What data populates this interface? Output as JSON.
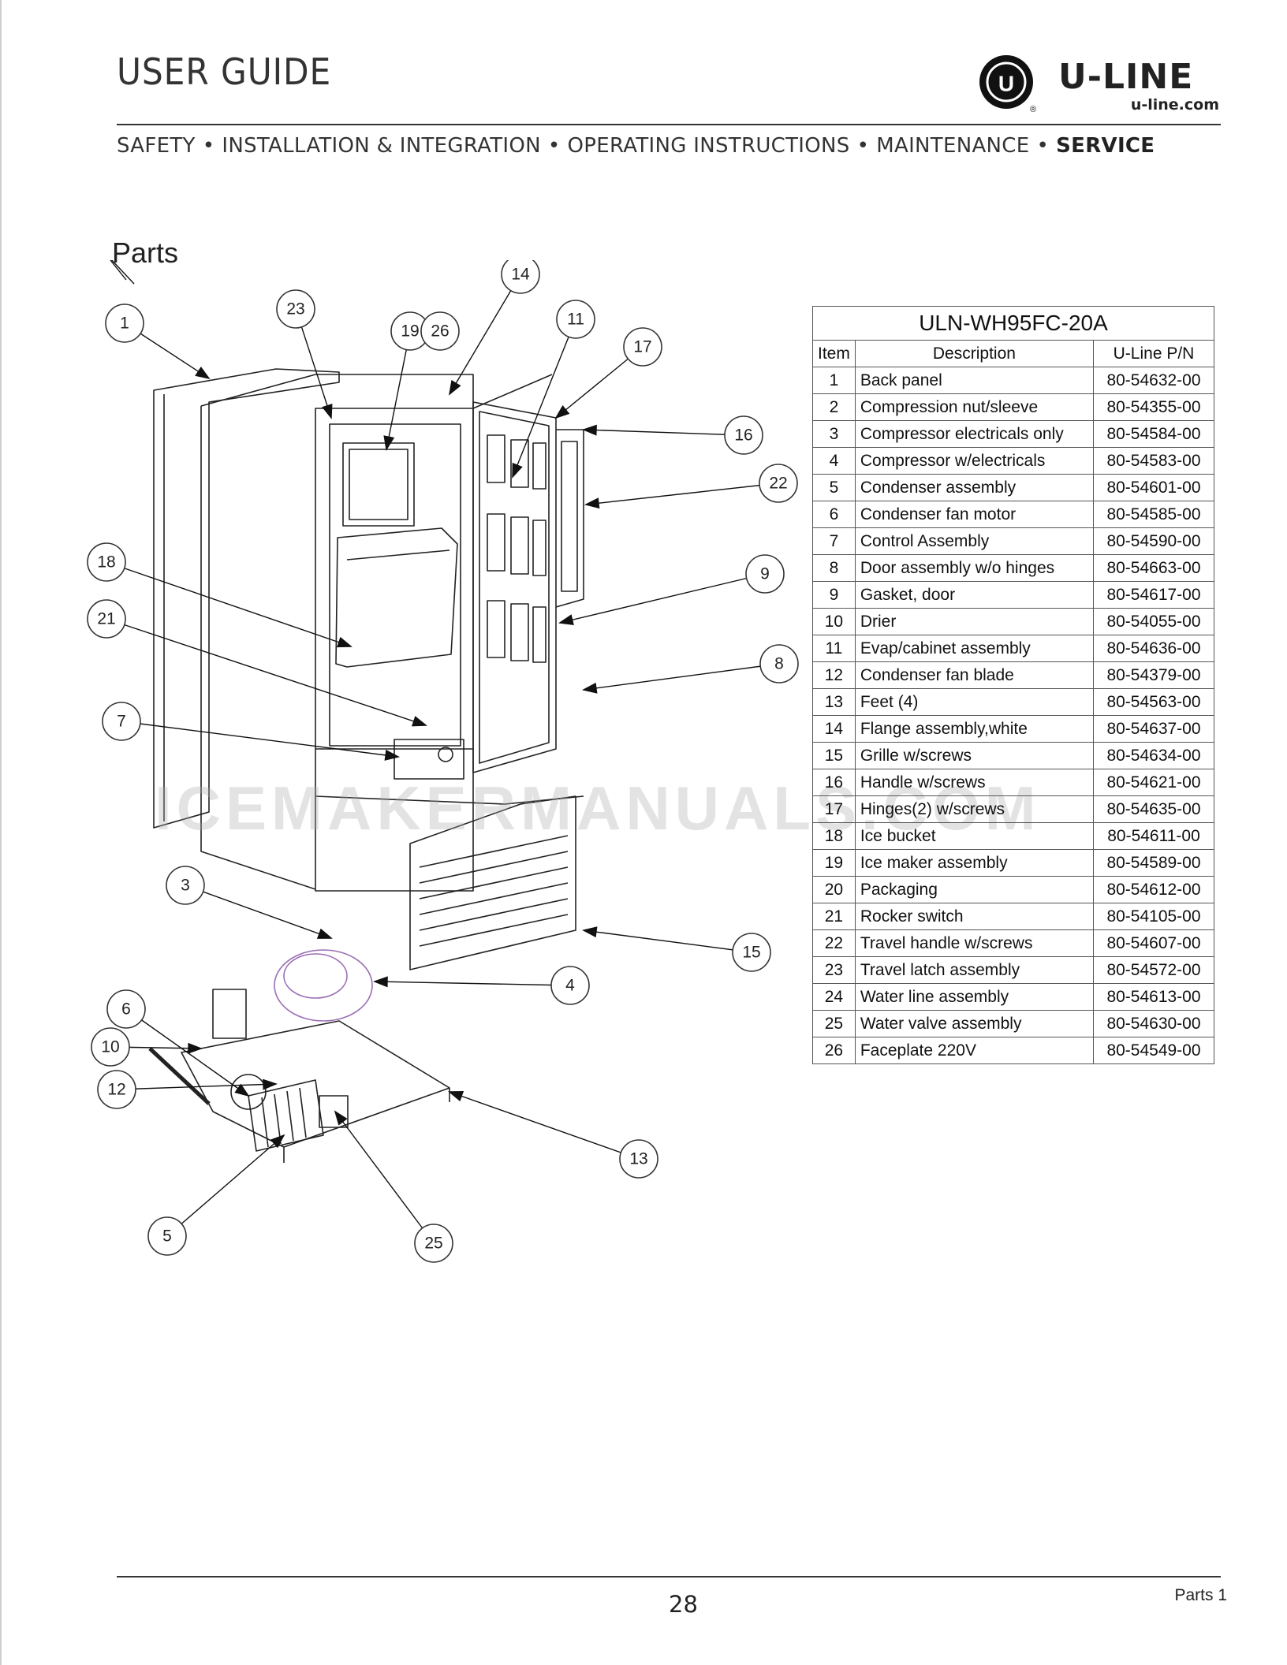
{
  "header": {
    "title": "USER GUIDE",
    "brand": "U-LINE",
    "logo_letter": "U",
    "registered": "®",
    "url": "u-line.com",
    "nav": [
      {
        "label": "SAFETY"
      },
      {
        "label": "INSTALLATION & INTEGRATION"
      },
      {
        "label": "OPERATING INSTRUCTIONS"
      },
      {
        "label": "MAINTENANCE"
      },
      {
        "label": "SERVICE",
        "active": true
      }
    ],
    "nav_separator": "•"
  },
  "section_title": "Parts",
  "watermark": "ICEMAKERMANUALS.COM",
  "diagram": {
    "callouts": [
      "1",
      "23",
      "19",
      "26",
      "14",
      "11",
      "17",
      "16",
      "22",
      "18",
      "21",
      "9",
      "8",
      "7",
      "3",
      "4",
      "15",
      "6",
      "10",
      "12",
      "13",
      "5",
      "25"
    ]
  },
  "parts_table": {
    "model": "ULN-WH95FC-20A",
    "columns": [
      "Item",
      "Description",
      "U-Line P/N"
    ],
    "rows": [
      [
        "1",
        "Back panel",
        "80-54632-00"
      ],
      [
        "2",
        "Compression nut/sleeve",
        "80-54355-00"
      ],
      [
        "3",
        "Compressor electricals only",
        "80-54584-00"
      ],
      [
        "4",
        "Compressor w/electricals",
        "80-54583-00"
      ],
      [
        "5",
        "Condenser assembly",
        "80-54601-00"
      ],
      [
        "6",
        "Condenser fan motor",
        "80-54585-00"
      ],
      [
        "7",
        "Control Assembly",
        "80-54590-00"
      ],
      [
        "8",
        "Door assembly w/o hinges",
        "80-54663-00"
      ],
      [
        "9",
        "Gasket, door",
        "80-54617-00"
      ],
      [
        "10",
        "Drier",
        "80-54055-00"
      ],
      [
        "11",
        "Evap/cabinet assembly",
        "80-54636-00"
      ],
      [
        "12",
        "Condenser fan blade",
        "80-54379-00"
      ],
      [
        "13",
        "Feet (4)",
        "80-54563-00"
      ],
      [
        "14",
        "Flange assembly,white",
        "80-54637-00"
      ],
      [
        "15",
        "Grille w/screws",
        "80-54634-00"
      ],
      [
        "16",
        "Handle w/screws",
        "80-54621-00"
      ],
      [
        "17",
        "Hinges(2) w/screws",
        "80-54635-00"
      ],
      [
        "18",
        "Ice bucket",
        "80-54611-00"
      ],
      [
        "19",
        "Ice maker assembly",
        "80-54589-00"
      ],
      [
        "20",
        "Packaging",
        "80-54612-00"
      ],
      [
        "21",
        "Rocker switch",
        "80-54105-00"
      ],
      [
        "22",
        "Travel handle w/screws",
        "80-54607-00"
      ],
      [
        "23",
        "Travel latch assembly",
        "80-54572-00"
      ],
      [
        "24",
        "Water line assembly",
        "80-54613-00"
      ],
      [
        "25",
        "Water valve assembly",
        "80-54630-00"
      ],
      [
        "26",
        "Faceplate 220V",
        "80-54549-00"
      ]
    ]
  },
  "footer": {
    "page_number": "28",
    "section": "Parts 1"
  }
}
